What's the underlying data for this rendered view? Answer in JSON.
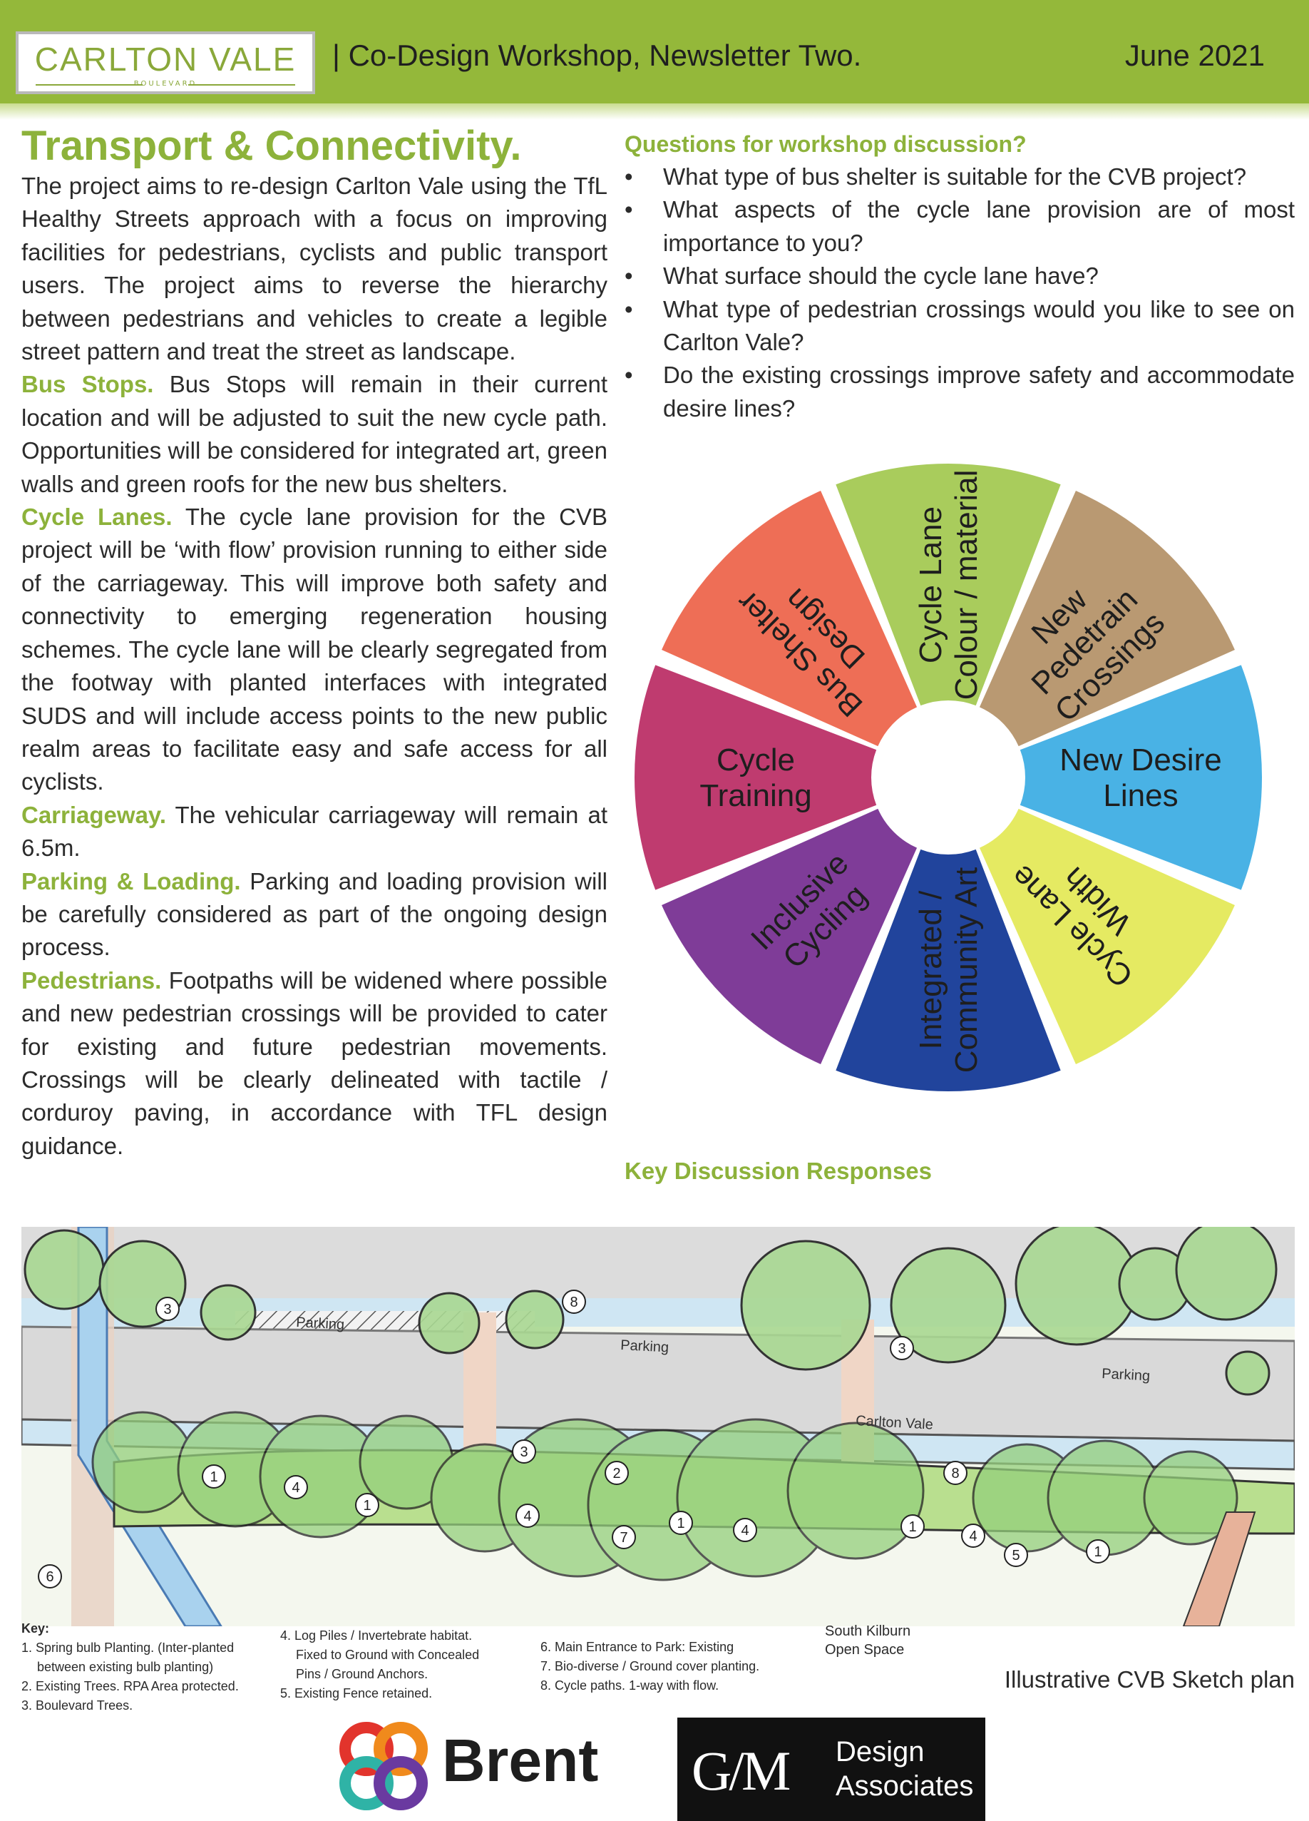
{
  "header": {
    "logo_main": "CARLTON VALE",
    "logo_sub": "BOULEVARD",
    "title": "| Co-Design Workshop, Newsletter Two.",
    "date": "June 2021",
    "colors": {
      "green": "#94b83a",
      "text": "#1f1f1f"
    }
  },
  "article": {
    "title": "Transport & Connectivity.",
    "intro": "The project aims to re-design Carlton Vale using the TfL Healthy Streets approach with a focus on improving facilities for pedestrians, cyclists and public transport users. The project aims to reverse the hierarchy between pedestrians and vehicles to create a legible street pattern and treat the street as landscape.",
    "sections": [
      {
        "heading": "Bus Stops.",
        "body": "Bus Stops will remain in their current location and will be adjusted to suit the new cycle path. Opportunities will be considered for integrated art, green walls and green roofs for the new bus shelters."
      },
      {
        "heading": "Cycle Lanes.",
        "body": "The cycle lane provision for the CVB project will be ‘with flow’ provision running to either side of the carriageway. This will improve both safety and connectivity to emerging regeneration housing schemes. The cycle lane will be clearly segregated from the footway with planted interfaces with integrated SUDS and will include access points to the new public realm areas to facilitate easy and safe access for all cyclists."
      },
      {
        "heading": "Carriageway.",
        "body": "The vehicular carriageway will remain at 6.5m."
      },
      {
        "heading": "Parking & Loading.",
        "body": "Parking and loading provision will be carefully considered as part of the ongoing design process."
      },
      {
        "heading": "Pedestrians.",
        "body": "Footpaths will be widened where possible and new pedestrian crossings will be provided to cater for existing and future pedestrian movements. Crossings will be clearly delineated with tactile / corduroy paving, in accordance with TFL design guidance."
      }
    ]
  },
  "questions": {
    "heading": "Questions for workshop discussion?",
    "bullet": "•",
    "items": [
      "What type of bus shelter is suitable for the CVB project?",
      "What aspects of the cycle lane provision are of most importance to you?",
      "What surface should the cycle lane have?",
      "What type of pedestrian crossings would you like to see on Carlton Vale?",
      "Do the existing crossings improve safety and accommodate desire lines?"
    ]
  },
  "wheel": {
    "segments": [
      {
        "lines": [
          "Cycle Lane",
          "Colour / material"
        ],
        "color": "#a9cc5c"
      },
      {
        "lines": [
          "New",
          "Pedetrain",
          "Crossings"
        ],
        "color": "#b99972"
      },
      {
        "lines": [
          "New Desire",
          "Lines"
        ],
        "color": "#49b2e5"
      },
      {
        "lines": [
          "Cycle Lane",
          "Width"
        ],
        "color": "#e5ea62"
      },
      {
        "lines": [
          "Integrated /",
          "Community Art"
        ],
        "color": "#21449c"
      },
      {
        "lines": [
          "Inclusive",
          "Cycling"
        ],
        "color": "#7f3c98"
      },
      {
        "lines": [
          "Cycle",
          "Training"
        ],
        "color": "#bf3b6f"
      },
      {
        "lines": [
          "Bus Shelter",
          "Design"
        ],
        "color": "#ee6e56"
      }
    ]
  },
  "key_discussion": {
    "heading": "Key Discussion Responses"
  },
  "plan": {
    "labels": {
      "parking": "Parking",
      "road": "Carlton Vale"
    },
    "caption": "Illustrative CVB Sketch plan",
    "open_space": [
      "South Kilburn",
      "Open Space"
    ],
    "key_title": "Key:",
    "key_col1": [
      "1. Spring bulb Planting. (Inter-planted",
      "    between existing bulb planting)",
      "2. Existing Trees. RPA Area  protected.",
      "3. Boulevard Trees."
    ],
    "key_col2": [
      "4. Log Piles / Invertebrate habitat.",
      "    Fixed to Ground with Concealed",
      "    Pins / Ground Anchors.",
      "5. Existing Fence retained."
    ],
    "key_col3": [
      "6. Main Entrance to Park: Existing",
      "7. Bio-diverse / Ground cover planting.",
      "8. Cycle paths. 1-way with flow."
    ],
    "markers": [
      "3",
      "8",
      "3",
      "3",
      "2",
      "8",
      "1",
      "4",
      "1",
      "4",
      "7",
      "1",
      "4",
      "1",
      "4",
      "5",
      "1",
      "6"
    ]
  },
  "footer": {
    "brent": "Brent",
    "gm_mark": "G/M",
    "gm_text": [
      "Design",
      "Associates"
    ]
  }
}
